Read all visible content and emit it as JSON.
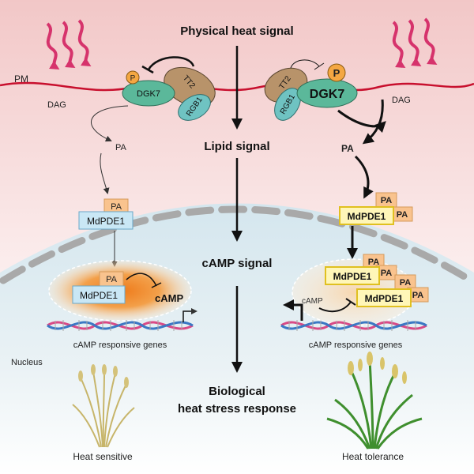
{
  "titles": {
    "physical_heat_signal": "Physical heat signal",
    "lipid_signal": "Lipid signal",
    "camp_signal": "cAMP signal",
    "biological_response_line1": "Biological",
    "biological_response_line2": "heat stress response"
  },
  "membrane": {
    "pm": "PM",
    "nucleus": "Nucleus"
  },
  "left_pathway": {
    "phospho": "P",
    "dgk7": "DGK7",
    "tt2": "TT2",
    "rgb1": "RGB1",
    "dag": "DAG",
    "pa": "PA",
    "pa_tag": "PA",
    "mdpde1": "MdPDE1",
    "nuclear_pa": "PA",
    "nuclear_mdpde1": "MdPDE1",
    "camp": "cAMP",
    "genes": "cAMP responsive genes",
    "phenotype": "Heat sensitive"
  },
  "right_pathway": {
    "phospho": "P",
    "dgk7": "DGK7",
    "tt2": "TT2",
    "rgb1": "RGB1",
    "dag": "DAG",
    "pa": "PA",
    "pa_tag_1": "PA",
    "pa_tag_2": "PA",
    "mdpde1": "MdPDE1",
    "camp": "cAMP",
    "nuclear_mdpde1_1": "MdPDE1",
    "nuclear_mdpde1_2": "MdPDE1",
    "nuclear_pa_1": "PA",
    "nuclear_pa_2": "PA",
    "nuclear_pa_3": "PA",
    "nuclear_pa_4": "PA",
    "genes": "cAMP responsive genes",
    "phenotype": "Heat tolerance"
  },
  "colors": {
    "heat_arrow": "#d6336c",
    "membrane": "#c8102e",
    "dgk7_fill": "#5bb89a",
    "tt2_fill": "#b8936a",
    "rgb1_fill": "#6fc3c2",
    "phospho_fill": "#f4a742",
    "pa_fill": "#f9c38e",
    "mdpde1_fill": "#c9e7f5",
    "camp_glow": "#ee7a1a",
    "dna_pink": "#d94a86",
    "dna_blue": "#3b78c4"
  }
}
